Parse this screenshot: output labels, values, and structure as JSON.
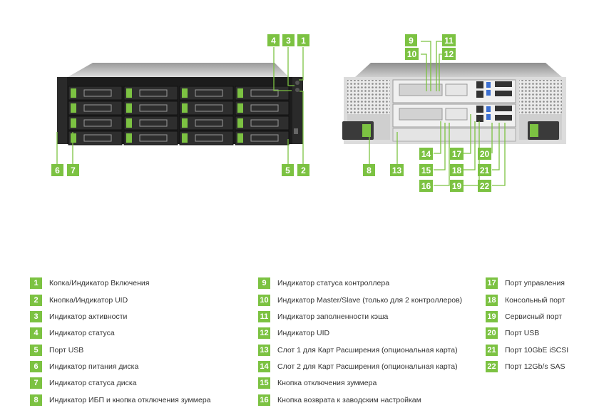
{
  "callouts": {
    "c1": "1",
    "c2": "2",
    "c3": "3",
    "c4": "4",
    "c5": "5",
    "c6": "6",
    "c7": "7",
    "c8": "8",
    "c9": "9",
    "c10": "10",
    "c11": "11",
    "c12": "12",
    "c13": "13",
    "c14": "14",
    "c15": "15",
    "c16": "16",
    "c17": "17",
    "c18": "18",
    "c19": "19",
    "c20": "20",
    "c21": "21",
    "c22": "22"
  },
  "legend": [
    {
      "num": "1",
      "label": "Копка/Индикатор Включения"
    },
    {
      "num": "2",
      "label": "Кнопка/Индикатор UID"
    },
    {
      "num": "3",
      "label": "Индикатор активности"
    },
    {
      "num": "4",
      "label": "Индикатор статуса"
    },
    {
      "num": "5",
      "label": "Порт USB"
    },
    {
      "num": "6",
      "label": "Индикатор питания диска"
    },
    {
      "num": "7",
      "label": "Индикатор статуса диска"
    },
    {
      "num": "8",
      "label": "Индикатор ИБП и кнопка отключения зуммера"
    },
    {
      "num": "9",
      "label": "Индикатор статуса контроллера"
    },
    {
      "num": "10",
      "label": "Индикатор Master/Slave (только для 2 контроллеров)"
    },
    {
      "num": "11",
      "label": "Индикатор заполненности кэша"
    },
    {
      "num": "12",
      "label": "Индикатор UID"
    },
    {
      "num": "13",
      "label": "Слот 1 для Карт Расширения (опциональная карта)"
    },
    {
      "num": "14",
      "label": "Слот 2 для Карт Расширения (опциональная карта)"
    },
    {
      "num": "15",
      "label": "Кнопка отключения зуммера"
    },
    {
      "num": "16",
      "label": "Кнопка возврата к заводским настройкам"
    },
    {
      "num": "17",
      "label": "Порт управления"
    },
    {
      "num": "18",
      "label": "Консольный порт"
    },
    {
      "num": "19",
      "label": "Сервисный порт"
    },
    {
      "num": "20",
      "label": "Порт USB"
    },
    {
      "num": "21",
      "label": "Порт 10GbE iSCSI"
    },
    {
      "num": "22",
      "label": "Порт 12Gb/s SAS"
    }
  ],
  "colors": {
    "accent": "#7cc242",
    "chassis": "#1c1c1c",
    "text": "#333333"
  }
}
